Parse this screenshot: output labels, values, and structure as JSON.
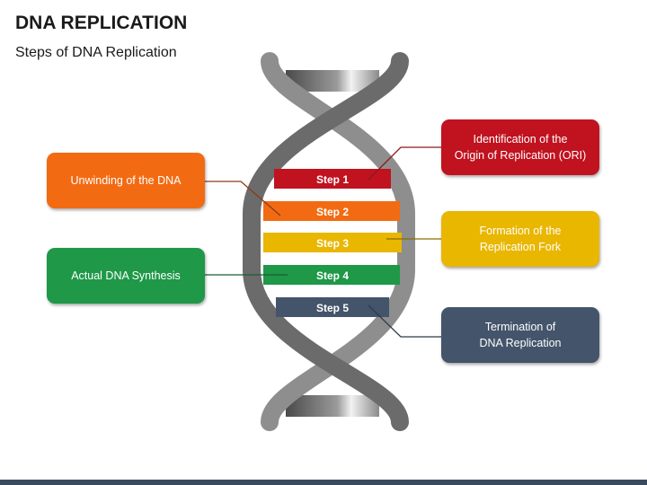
{
  "header": {
    "title": "DNA REPLICATION",
    "subtitle": "Steps of DNA Replication"
  },
  "steps": [
    {
      "label": "Step 1",
      "color": "#c0121f"
    },
    {
      "label": "Step 2",
      "color": "#f26b13"
    },
    {
      "label": "Step 3",
      "color": "#e9b600"
    },
    {
      "label": "Step 4",
      "color": "#1f9848"
    },
    {
      "label": "Step 5",
      "color": "#44546a"
    }
  ],
  "callouts": {
    "step1": "Identification of the\nOrigin of Replication (ORI)",
    "step2": "Unwinding of the DNA",
    "step3": "Formation of the\nReplication Fork",
    "step4": "Actual DNA Synthesis",
    "step5": "Termination of\nDNA Replication"
  },
  "colors": {
    "strand": "#6b6b6b",
    "accent_bar": "#3a4a5f"
  }
}
